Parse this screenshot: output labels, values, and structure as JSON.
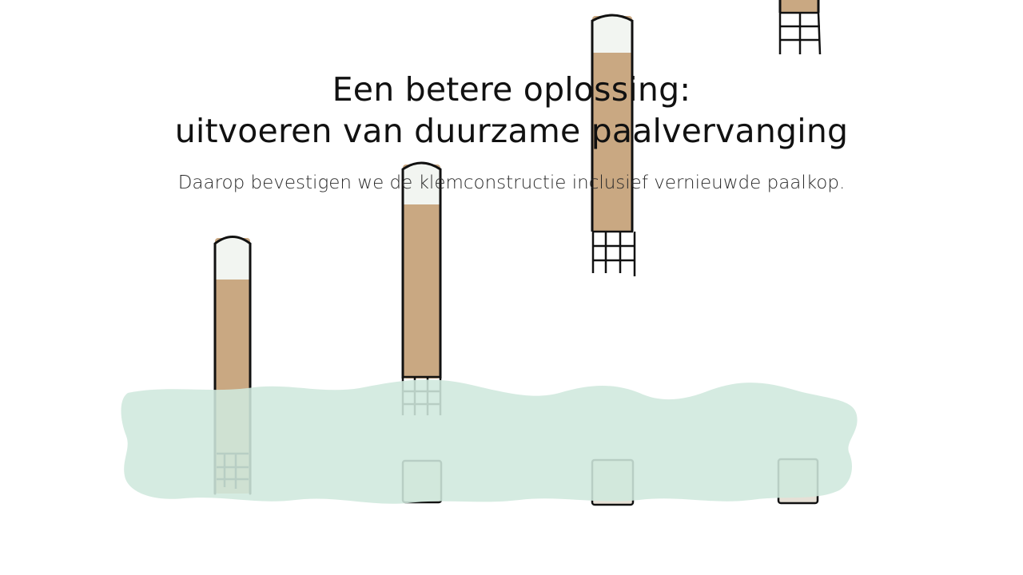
{
  "title_line_1": "Een betere oplossing:",
  "title_line_2": "uitvoeren van duurzame paalvervanging",
  "subtitle": "Daarop bevestigen we de klemconstructie inclusief vernieuwde paalkop.",
  "colors": {
    "pile_wood": "#C9A882",
    "pile_cap": "#F2F5F1",
    "water": "#CFE8DD",
    "outline": "#111111"
  }
}
